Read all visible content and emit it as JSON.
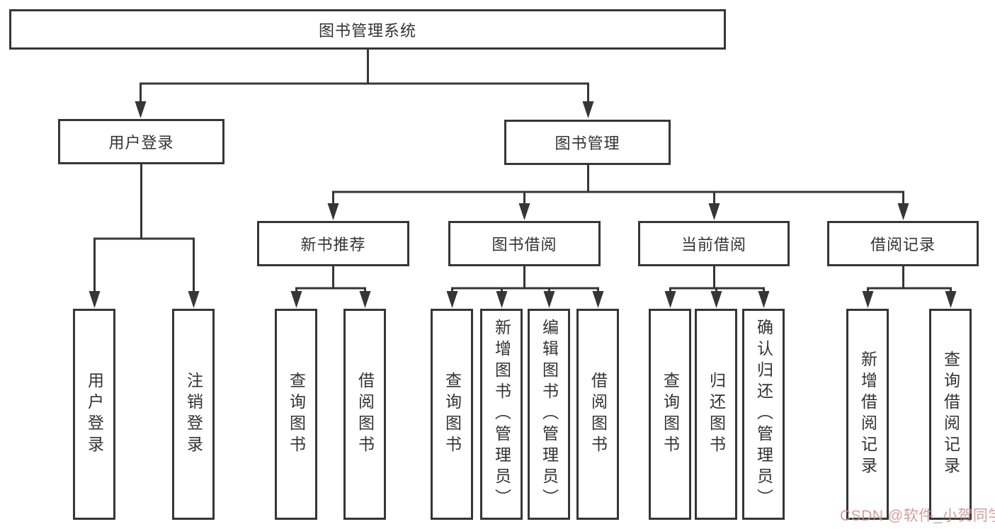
{
  "colors": {
    "line": "#363636",
    "box_border": "#363636",
    "text": "#333333",
    "background": "#ffffff",
    "watermark": "#ca8c8c"
  },
  "root": {
    "label": "图书管理系统"
  },
  "branches": {
    "user_login": {
      "label": "用户登录",
      "children": {
        "login": {
          "label": "用户登录"
        },
        "logout": {
          "label": "注销登录"
        }
      }
    },
    "book_mgmt": {
      "label": "图书管理",
      "sections": {
        "new_book": {
          "label": "新书推荐",
          "children": {
            "query": {
              "label": "查询图书"
            },
            "borrow": {
              "label": "借阅图书"
            }
          }
        },
        "borrow": {
          "label": "图书借阅",
          "children": {
            "query": {
              "label": "查询图书"
            },
            "add": {
              "label": "新增图书（管理员）"
            },
            "edit": {
              "label": "编辑图书（管理员）"
            },
            "borrow": {
              "label": "借阅图书"
            }
          }
        },
        "current": {
          "label": "当前借阅",
          "children": {
            "query": {
              "label": "查询图书"
            },
            "return": {
              "label": "归还图书"
            },
            "confirm": {
              "label": "确认归还（管理员）"
            }
          }
        },
        "record": {
          "label": "借阅记录",
          "children": {
            "add": {
              "label": "新增借阅记录"
            },
            "query": {
              "label": "查询借阅记录"
            }
          }
        }
      }
    }
  },
  "watermark": {
    "text": "CSDN @软件_小贺同学"
  }
}
